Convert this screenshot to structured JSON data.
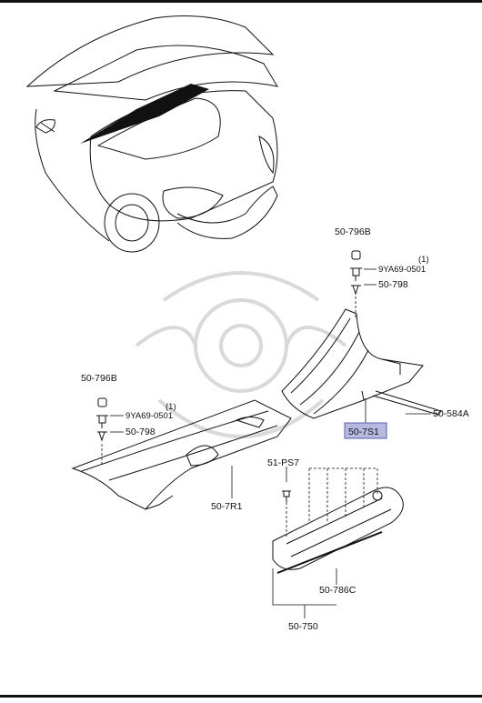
{
  "callouts": {
    "clip_796b_right": "50-796B",
    "clip_0501_right": "9YA69-0501",
    "clip_0501_right_qty": "(1)",
    "clip_798_right": "50-798",
    "clip_796b_left": "50-796B",
    "clip_0501_left": "9YA69-0501",
    "clip_0501_left_qty": "(1)",
    "clip_798_left": "50-798",
    "seal_584a": "50-584A",
    "cowl_7s1": "50-7S1",
    "cowl_7r1": "50-7R1",
    "screw_ps7": "51-PS7",
    "seal_786c": "50-786C",
    "assy_750": "50-750"
  },
  "colors": {
    "highlight": "#b7b9e2",
    "line": "#111111"
  }
}
